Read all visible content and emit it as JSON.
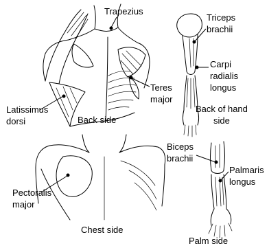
{
  "labels": {
    "trapezius": "Trapezius",
    "latissimus_1": "Latissimus",
    "latissimus_2": "dorsi",
    "back_side": "Back side",
    "teres_1": "Teres",
    "teres_2": "major",
    "triceps_1": "Triceps",
    "triceps_2": "brachii",
    "carpi_1": "Carpi",
    "carpi_2": "radialis",
    "carpi_3": "longus",
    "back_of_hand_1": "Back of hand",
    "back_of_hand_2": "side",
    "biceps_1": "Biceps",
    "biceps_2": "brachii",
    "palmaris_1": "Palmaris",
    "palmaris_2": "longus",
    "pectoralis_1": "Pectoralis",
    "pectoralis_2": "major",
    "chest_side": "Chest side",
    "palm_side": "Palm side"
  }
}
